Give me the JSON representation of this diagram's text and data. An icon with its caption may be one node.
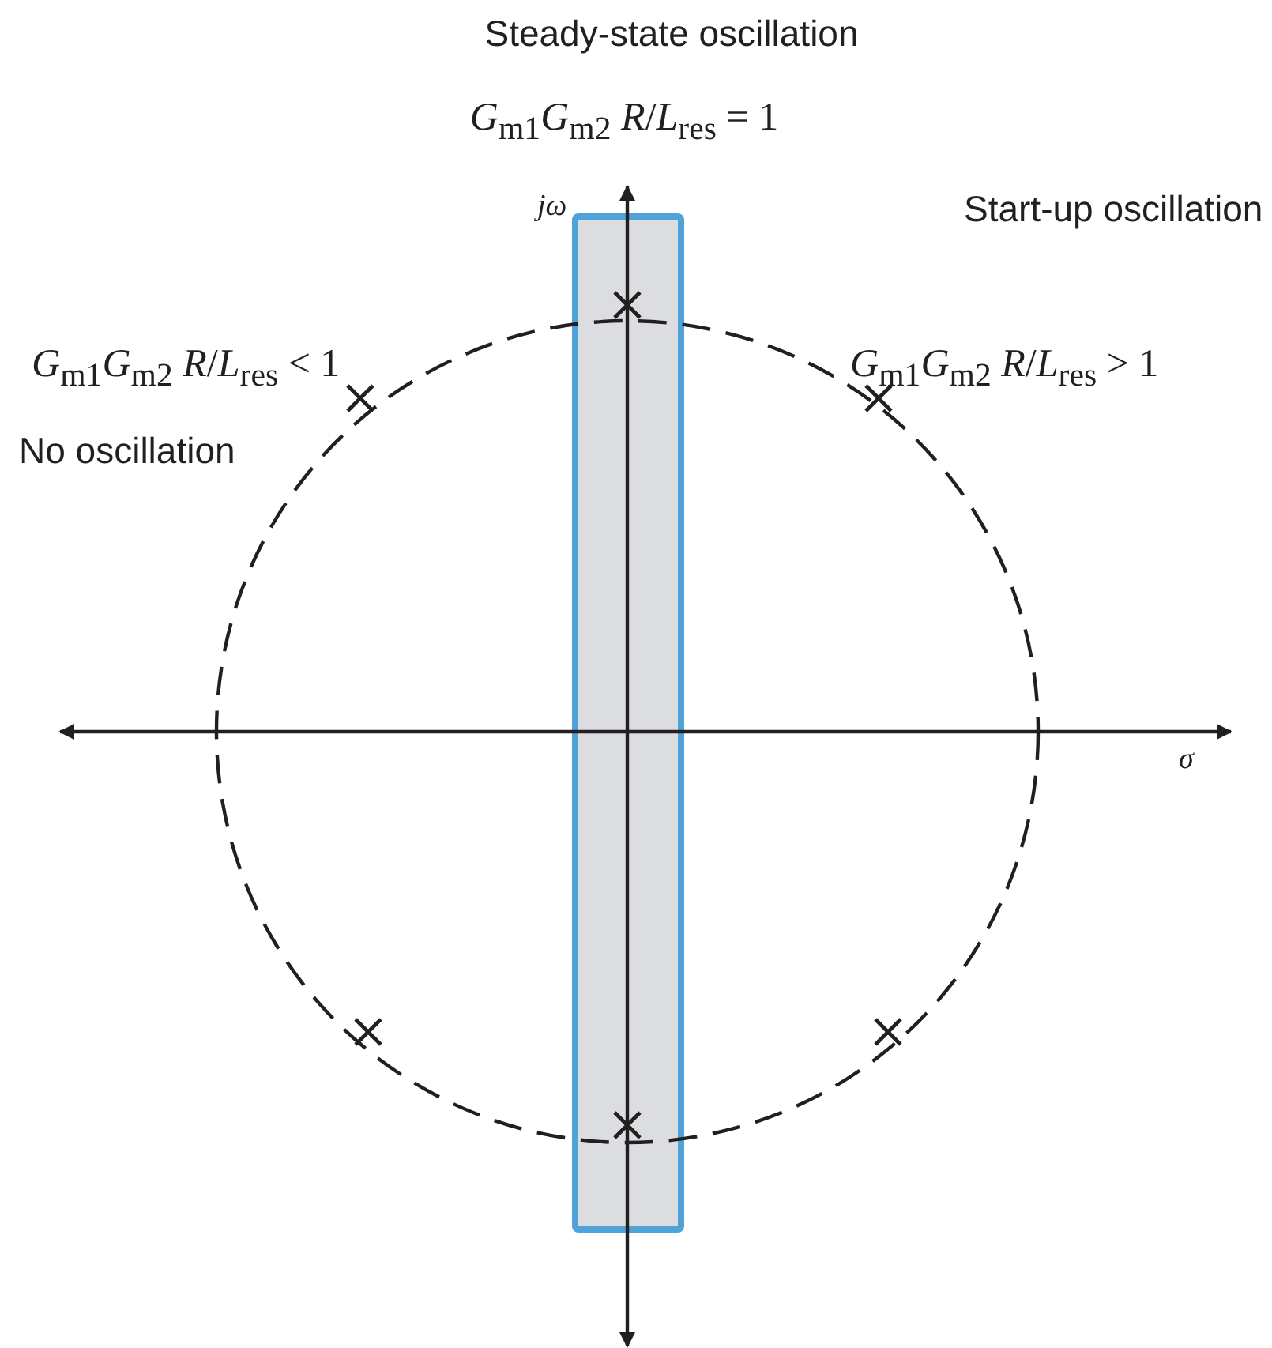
{
  "diagram": {
    "labels": [
      "Steady-state oscillation",
      "*G*$_{m1}$*G*$_{m2}$ *R*/*L*$_{res}$ = 1",
      "*jω*",
      "Start-up oscillation",
      "*G*$_{m1}$*G*$_{m2}$ *R*/*L*$_{res}$ < 1",
      "*G*$_{m1}$*G*$_{m2}$ *R*/*L*$_{res}$ > 1",
      "No oscillation",
      "*σ*"
    ]
  }
}
